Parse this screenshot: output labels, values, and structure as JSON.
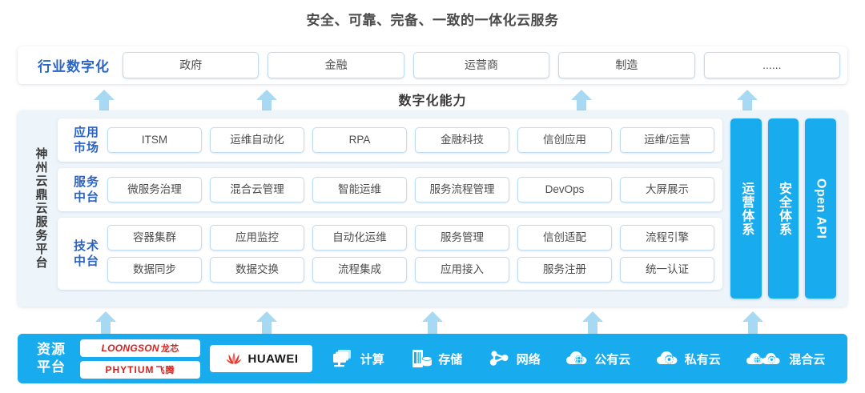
{
  "title": "安全、可靠、完备、一致的一体化云服务",
  "industry": {
    "label": "行业数字化",
    "items": [
      {
        "label": "政府"
      },
      {
        "label": "金融"
      },
      {
        "label": "运营商"
      },
      {
        "label": "制造"
      },
      {
        "label": "......"
      }
    ]
  },
  "capability_title": "数字化能力",
  "platform": {
    "vertical_label": "神州云鼎云服务平台",
    "tiers": [
      {
        "label": "应用\n市场",
        "label_line1": "应用",
        "label_line2": "市场",
        "rows": [
          [
            "ITSM",
            "运维自动化",
            "RPA",
            "金融科技",
            "信创应用",
            "运维/运营"
          ]
        ]
      },
      {
        "label_line1": "服务",
        "label_line2": "中台",
        "rows": [
          [
            "微服务治理",
            "混合云管理",
            "智能运维",
            "服务流程管理",
            "DevOps",
            "大屏展示"
          ]
        ]
      },
      {
        "label_line1": "技术",
        "label_line2": "中台",
        "rows": [
          [
            "容器集群",
            "应用监控",
            "自动化运维",
            "服务管理",
            "信创适配",
            "流程引擎"
          ],
          [
            "数据同步",
            "数据交换",
            "流程集成",
            "应用接入",
            "服务注册",
            "统一认证"
          ]
        ]
      }
    ],
    "pillars": [
      {
        "label": "运营体系",
        "script": "cjk"
      },
      {
        "label": "安全体系",
        "script": "cjk"
      },
      {
        "label": "Open API",
        "script": "latin"
      }
    ]
  },
  "resource": {
    "label_line1": "资源",
    "label_line2": "平台",
    "logos": [
      {
        "name": "LOONGSON",
        "cn": "龙芯"
      },
      {
        "name": "PHYTIUM",
        "cn": "飞腾"
      }
    ],
    "huawei": "HUAWEI",
    "items": [
      {
        "label": "计算",
        "icon": "compute-icon"
      },
      {
        "label": "存储",
        "icon": "storage-icon"
      },
      {
        "label": "网络",
        "icon": "network-icon"
      },
      {
        "label": "公有云",
        "icon": "public-cloud-icon"
      },
      {
        "label": "私有云",
        "icon": "private-cloud-icon"
      },
      {
        "label": "混合云",
        "icon": "hybrid-cloud-icon"
      }
    ]
  },
  "colors": {
    "accent_blue": "#18acee",
    "arrow_blue": "#a8d9f2",
    "label_blue": "#2b64c4",
    "panel_bg": "#eef5fa",
    "logo_red": "#d9201c"
  },
  "arrows": {
    "upper_count": 4,
    "lower_count": 5
  }
}
